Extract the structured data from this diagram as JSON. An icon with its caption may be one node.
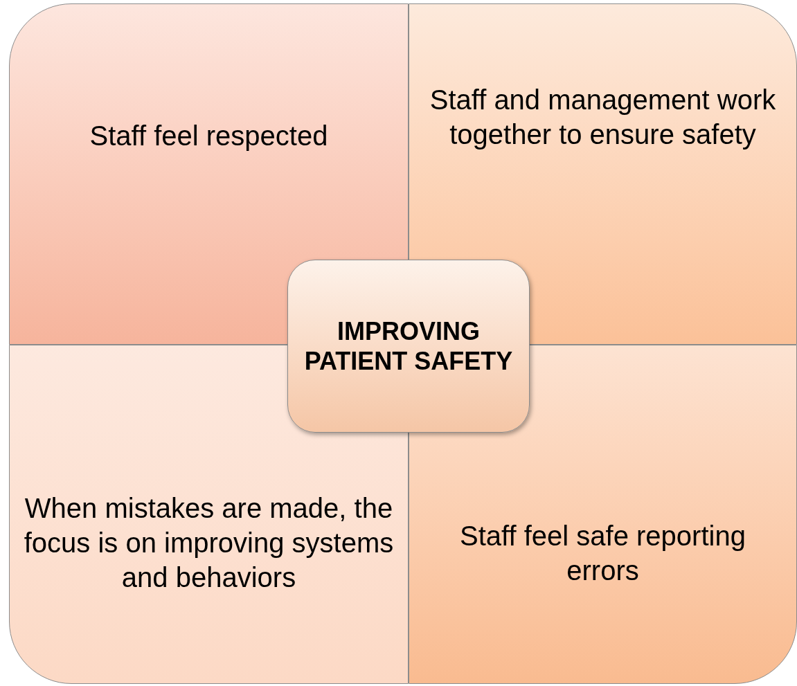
{
  "diagram": {
    "nodes": [
      {
        "text": [
          "Staff feel respected"
        ]
      },
      {
        "text": [
          "Staff and management work together to ensure safety"
        ]
      },
      {
        "text": [
          "IMPROVING PATIENT SAFETY"
        ]
      },
      {
        "text": [
          "When mistakes are made, the focus is on improving systems and behaviors"
        ]
      },
      {
        "text": [
          "Staff feel safe reporting errors"
        ]
      }
    ]
  }
}
